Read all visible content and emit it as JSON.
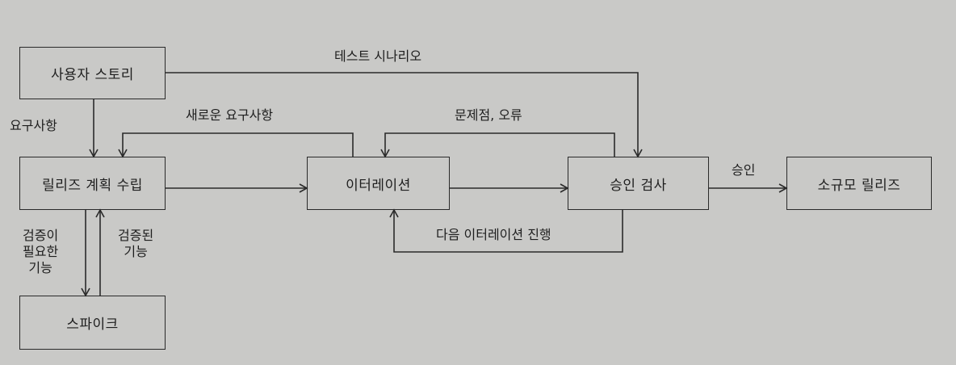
{
  "nodes": {
    "user_story": "사용자 스토리",
    "release_planning": "릴리즈 계획 수립",
    "spike": "스파이크",
    "iteration": "이터레이션",
    "acceptance_test": "승인 검사",
    "small_release": "소규모 릴리즈"
  },
  "edges": {
    "requirements": "요구사항",
    "test_scenarios": "테스트 시나리오",
    "new_requirements": "새로운 요구사항",
    "bugs": "문제점, 오류",
    "need_validation": [
      "검증이",
      "필요한",
      "기능"
    ],
    "validated": [
      "검증된",
      "기능"
    ],
    "approved": "승인",
    "next_iteration": "다음 이터레이션 진행"
  }
}
